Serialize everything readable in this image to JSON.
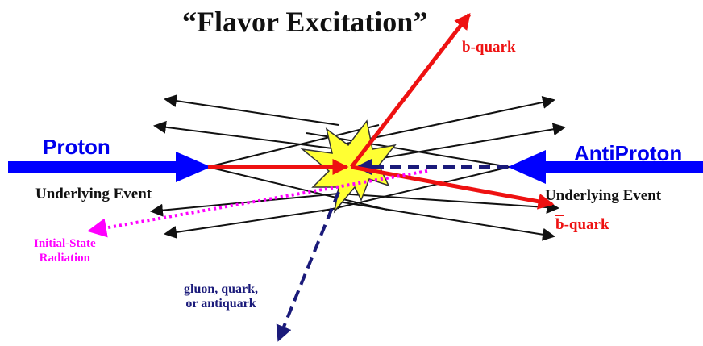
{
  "title": "“Flavor Excitation”",
  "labels": {
    "proton": "Proton",
    "antiproton": "AntiProton",
    "underlying_event_left": "Underlying Event",
    "underlying_event_right": "Underlying Event",
    "b_quark": "b-quark",
    "bbar_quark_bar": "b",
    "bbar_quark_rest": "-quark",
    "isr_line1": "Initial-State",
    "isr_line2": "Radiation",
    "gluon_line1": "gluon, quark,",
    "gluon_line2": "or antiquark"
  },
  "colors": {
    "beam": "#0000ff",
    "quark": "#ee1111",
    "isr": "#ff00ff",
    "gluon": "#1a1a7a",
    "underlying": "#111111",
    "star_fill": "#ffff33"
  }
}
